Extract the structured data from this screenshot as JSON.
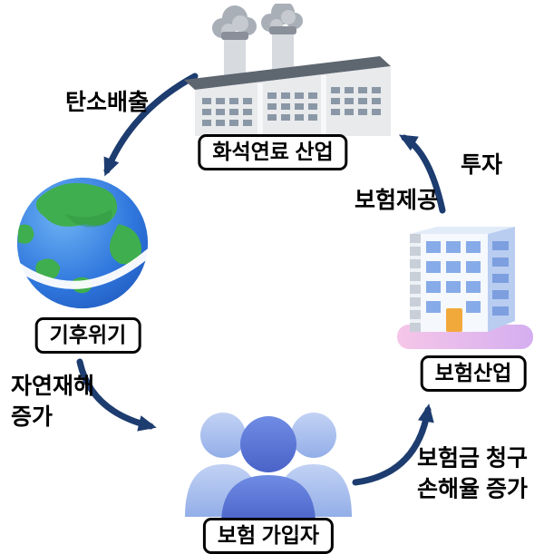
{
  "diagram": {
    "nodes": {
      "factory": {
        "label": "화석연료 산업"
      },
      "earth": {
        "label": "기후위기"
      },
      "people": {
        "label": "보험 가입자"
      },
      "insurance": {
        "label": "보험산업"
      }
    },
    "edges": {
      "carbon": {
        "label": "탄소배출",
        "from": "factory",
        "to": "earth"
      },
      "disaster": {
        "line1": "자연재해",
        "line2": "증가",
        "from": "earth",
        "to": "people"
      },
      "claims": {
        "line1": "보험금 청구",
        "line2": "손해율 증가",
        "from": "people",
        "to": "insurance"
      },
      "provide": {
        "label": "보험제공",
        "from": "insurance",
        "to": "factory"
      },
      "invest": {
        "label": "투자",
        "from": "insurance",
        "to": "factory"
      }
    },
    "colors": {
      "arrow": "#1d3c6f",
      "label_text": "#000000",
      "node_border": "#000000",
      "node_background": "#ffffff",
      "earth_ocean": "#2a72d9",
      "earth_land": "#3fae4e",
      "people_front": "#5b79d8",
      "people_back": "#adc6f0",
      "building_side": "#b9cdf1",
      "building_base_pink": "#f0b8e2",
      "factory_gray": "#e6e8ea",
      "smoke_gray": "#aab0b8"
    }
  }
}
